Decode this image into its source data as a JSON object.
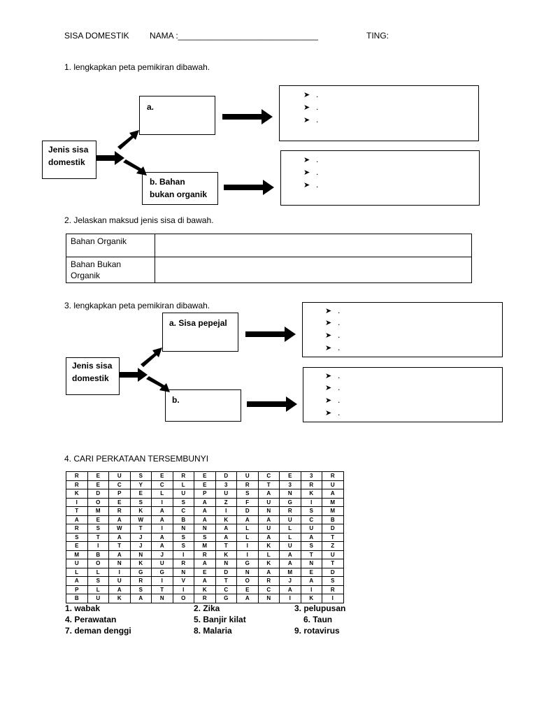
{
  "header": {
    "title": "SISA DOMESTIK",
    "name_label": "NAMA :______________________________",
    "ting_label": "TING:"
  },
  "q1": {
    "instruction": "1. lengkapkan peta pemikiran dibawah.",
    "source": [
      "Jenis sisa",
      "domestik"
    ],
    "branch_a": [
      "a."
    ],
    "branch_b": [
      "b. Bahan",
      "bukan organik"
    ],
    "bullets_a": [
      ".",
      ".",
      "."
    ],
    "bullets_b": [
      ".",
      ".",
      "."
    ]
  },
  "q2": {
    "instruction": "2. Jelaskan maksud jenis sisa di bawah.",
    "rows": [
      {
        "label": [
          "Bahan Organik"
        ],
        "answer": ""
      },
      {
        "label": [
          "Bahan Bukan",
          "Organik"
        ],
        "answer": ""
      }
    ]
  },
  "q3": {
    "instruction": "3. lengkapkan peta pemikiran dibawah.",
    "source": [
      "Jenis sisa",
      "domestik"
    ],
    "branch_a": [
      "a. Sisa pepejal"
    ],
    "branch_b": [
      "b."
    ],
    "bullets_a": [
      ".",
      ".",
      ".",
      "."
    ],
    "bullets_b": [
      ".",
      ".",
      ".",
      "."
    ]
  },
  "q4": {
    "instruction": "4. CARI PERKATAAN TERSEMBUNYI",
    "grid": [
      [
        "R",
        "E",
        "U",
        "S",
        "E",
        "R",
        "E",
        "D",
        "U",
        "C",
        "E",
        "3",
        "R"
      ],
      [
        "R",
        "E",
        "C",
        "Y",
        "C",
        "L",
        "E",
        "3",
        "R",
        "T",
        "3",
        "R",
        "U"
      ],
      [
        "K",
        "D",
        "P",
        "E",
        "L",
        "U",
        "P",
        "U",
        "S",
        "A",
        "N",
        "K",
        "A"
      ],
      [
        "I",
        "O",
        "E",
        "S",
        "I",
        "S",
        "A",
        "Z",
        "F",
        "U",
        "G",
        "I",
        "M"
      ],
      [
        "T",
        "M",
        "R",
        "K",
        "A",
        "C",
        "A",
        "I",
        "D",
        "N",
        "R",
        "S",
        "M"
      ],
      [
        "A",
        "E",
        "A",
        "W",
        "A",
        "B",
        "A",
        "K",
        "A",
        "A",
        "U",
        "C",
        "B"
      ],
      [
        "R",
        "S",
        "W",
        "T",
        "I",
        "N",
        "N",
        "A",
        "L",
        "U",
        "L",
        "U",
        "D"
      ],
      [
        "S",
        "T",
        "A",
        "J",
        "A",
        "S",
        "S",
        "A",
        "L",
        "A",
        "L",
        "A",
        "T"
      ],
      [
        "E",
        "I",
        "T",
        "J",
        "A",
        "S",
        "M",
        "T",
        "I",
        "K",
        "U",
        "S",
        "Z"
      ],
      [
        "M",
        "B",
        "A",
        "N",
        "J",
        "I",
        "R",
        "K",
        "I",
        "L",
        "A",
        "T",
        "U"
      ],
      [
        "U",
        "O",
        "N",
        "K",
        "U",
        "R",
        "A",
        "N",
        "G",
        "K",
        "A",
        "N",
        "T"
      ],
      [
        "L",
        "L",
        "I",
        "G",
        "G",
        "N",
        "E",
        "D",
        "N",
        "A",
        "M",
        "E",
        "D"
      ],
      [
        "A",
        "S",
        "U",
        "R",
        "I",
        "V",
        "A",
        "T",
        "O",
        "R",
        "J",
        "A",
        "S"
      ],
      [
        "P",
        "L",
        "A",
        "S",
        "T",
        "I",
        "K",
        "C",
        "E",
        "C",
        "A",
        "I",
        "R"
      ],
      [
        "B",
        "U",
        "K",
        "A",
        "N",
        "O",
        "R",
        "G",
        "A",
        "N",
        "I",
        "K",
        "I"
      ]
    ],
    "words": [
      [
        "1. wabak",
        "2. Zika",
        "3. pelupusan"
      ],
      [
        "4. Perawatan",
        "5. Banjir kilat",
        "6. Taun"
      ],
      [
        "7. deman denggi",
        "8. Malaria",
        "9. rotavirus"
      ]
    ]
  }
}
